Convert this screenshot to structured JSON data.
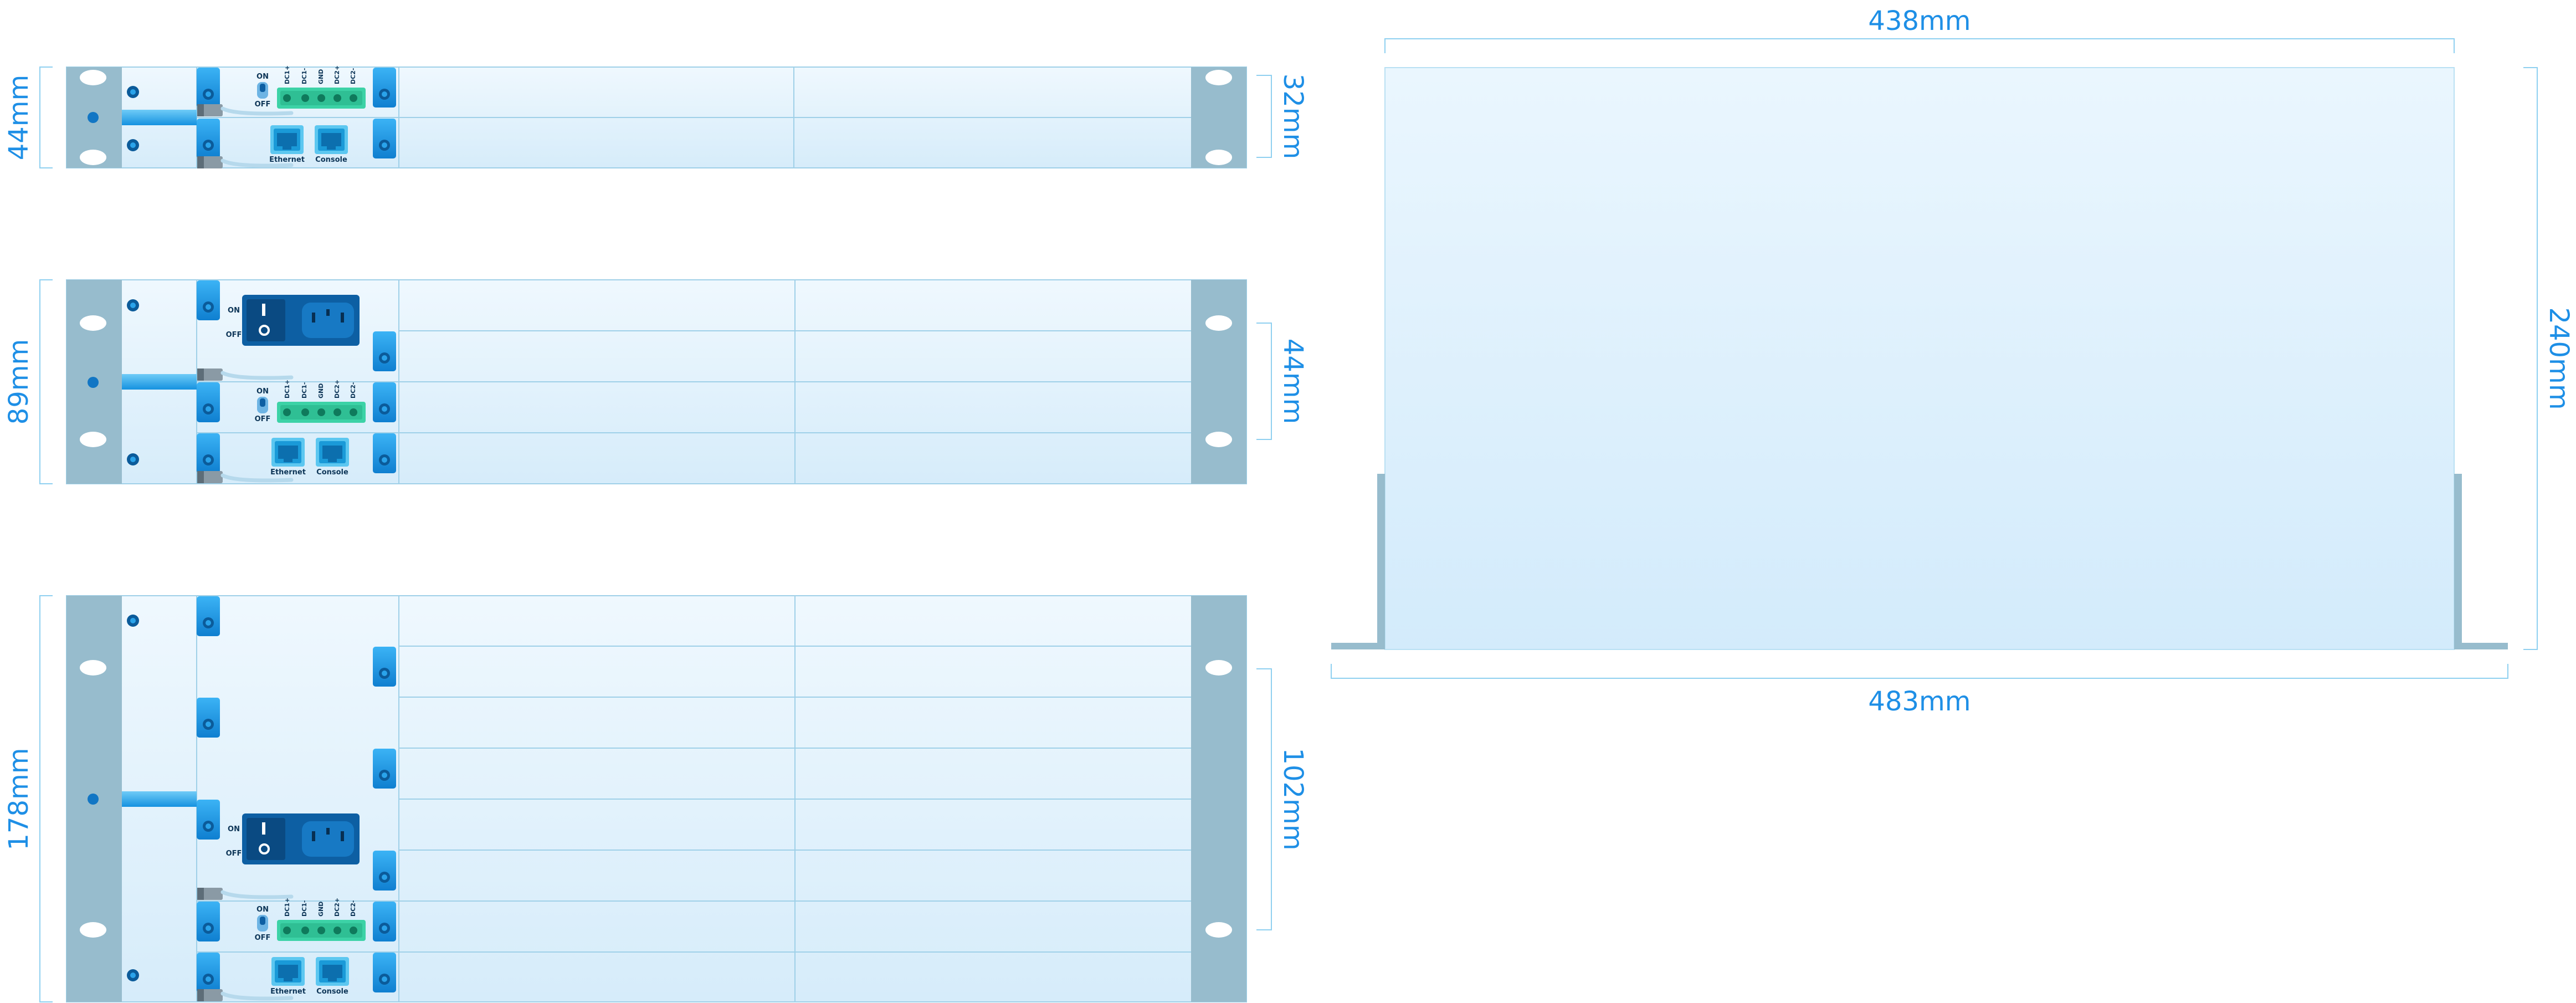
{
  "colors": {
    "dimension": "#1e8fe6",
    "dimension_line": "#8fd0f0",
    "ear": "#97bccd",
    "panel_fill": "#e3f3fc",
    "panel_border": "#9fd0e8",
    "handle": "#1e9be9",
    "dark_module": "#0d5fa3",
    "terminal": "#3cd2a6",
    "rj45": "#1ba6e0"
  },
  "chassis_1u": {
    "height_label": "44mm",
    "slot_label": "32mm",
    "switch_on": "ON",
    "switch_off": "OFF",
    "terminal_pins": [
      "DC1+",
      "DC1-",
      "GND",
      "DC2+",
      "DC2-"
    ],
    "port_ethernet": "Ethernet",
    "port_console": "Console"
  },
  "chassis_2u": {
    "height_label": "89mm",
    "slot_label": "44mm",
    "ac_on": "ON",
    "ac_off": "OFF",
    "switch_on": "ON",
    "switch_off": "OFF",
    "terminal_pins": [
      "DC1+",
      "DC1-",
      "GND",
      "DC2+",
      "DC2-"
    ],
    "port_ethernet": "Ethernet",
    "port_console": "Console"
  },
  "chassis_4u": {
    "height_label": "178mm",
    "slot_label": "102mm",
    "ac_on": "ON",
    "ac_off": "OFF",
    "switch_on": "ON",
    "switch_off": "OFF",
    "terminal_pins": [
      "DC1+",
      "DC1-",
      "GND",
      "DC2+",
      "DC2-"
    ],
    "port_ethernet": "Ethernet",
    "port_console": "Console"
  },
  "top_view": {
    "body_width_label": "438mm",
    "overall_width_label": "483mm",
    "depth_label": "240mm"
  }
}
